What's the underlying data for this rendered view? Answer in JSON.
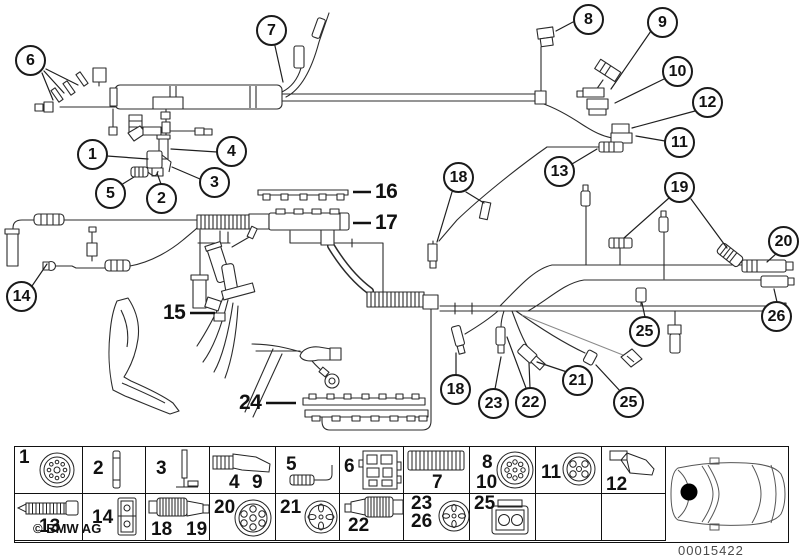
{
  "figure": {
    "copyright": "© BMW AG",
    "drawing_number": "00015422",
    "description_icons": [
      "car-top-view-location-icon"
    ]
  },
  "callouts": [
    {
      "label": "1"
    },
    {
      "label": "2"
    },
    {
      "label": "3"
    },
    {
      "label": "4"
    },
    {
      "label": "5"
    },
    {
      "label": "6"
    },
    {
      "label": "7"
    },
    {
      "label": "8"
    },
    {
      "label": "9"
    },
    {
      "label": "10"
    },
    {
      "label": "11"
    },
    {
      "label": "12"
    },
    {
      "label": "13"
    },
    {
      "label": "14"
    },
    {
      "label": "18"
    },
    {
      "label": "19"
    },
    {
      "label": "20"
    },
    {
      "label": "25"
    },
    {
      "label": "26"
    },
    {
      "label": "18"
    },
    {
      "label": "23"
    },
    {
      "label": "22"
    },
    {
      "label": "21"
    },
    {
      "label": "25"
    }
  ],
  "ref_labels": [
    {
      "label": "15"
    },
    {
      "label": "16"
    },
    {
      "label": "17"
    },
    {
      "label": "24"
    }
  ],
  "legend": {
    "row1": [
      {
        "labels": [
          "1"
        ],
        "icon": "round-multi-pin-connector-icon"
      },
      {
        "labels": [
          "2"
        ],
        "icon": "cylindrical-pin-icon"
      },
      {
        "labels": [
          "3"
        ],
        "icon": "angled-pin-terminal-icon"
      },
      {
        "labels": [
          "4",
          "9"
        ],
        "icon": "plug-with-housing-icon"
      },
      {
        "labels": [
          "5"
        ],
        "icon": "ribbed-sleeve-wire-icon"
      },
      {
        "labels": [
          "6"
        ],
        "icon": "relay-block-icon"
      },
      {
        "labels": [
          "7"
        ],
        "icon": "corrugated-tube-icon"
      },
      {
        "labels": [
          "8",
          "10"
        ],
        "icon": "round-grommet-icon"
      },
      {
        "labels": [
          "11"
        ],
        "icon": "round-connector-5-hole-icon"
      },
      {
        "labels": [
          "12"
        ],
        "icon": "angled-duct-icon"
      }
    ],
    "row2": [
      {
        "labels": [
          "13"
        ],
        "icon": "tapered-ribbed-sleeve-icon"
      },
      {
        "labels": [
          "14"
        ],
        "icon": "rectangular-connector-icon"
      },
      {
        "labels": [
          "18",
          "19"
        ],
        "icon": "ribbed-boot-connector-icon"
      },
      {
        "labels": [
          "20"
        ],
        "icon": "round-connector-8-hole-icon"
      },
      {
        "labels": [
          "21"
        ],
        "icon": "round-connector-cross-icon"
      },
      {
        "labels": [
          "22"
        ],
        "icon": "ribbed-boot-connector-icon"
      },
      {
        "labels": [
          "23",
          "26"
        ],
        "icon": "round-connector-cross-icon"
      },
      {
        "labels": [
          "25"
        ],
        "icon": "square-connector-2-pin-icon"
      },
      {
        "labels": [],
        "icon": ""
      },
      {
        "labels": [],
        "icon": ""
      }
    ]
  }
}
